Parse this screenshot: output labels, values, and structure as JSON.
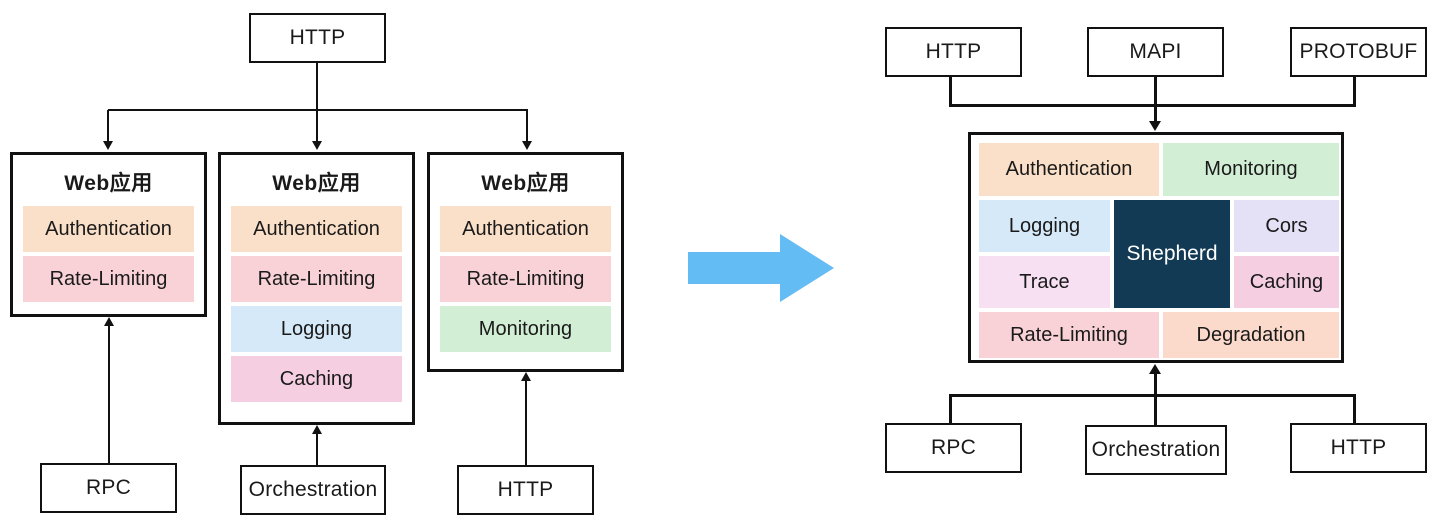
{
  "diagram": {
    "title_left": "",
    "title_right": "",
    "colors": {
      "authentication": "#FBE0C9",
      "rate_limiting": "#F8D2D7",
      "logging": "#D6E9F8",
      "caching": "#F5CEE2",
      "monitoring": "#D2EFD6",
      "cors": "#E4E0F5",
      "trace": "#F6E0F2",
      "degradation": "#FBDACB",
      "shepherd_core": "#123A54",
      "transition_arrow": "#64BCF4",
      "box_border": "#111111",
      "box_fill": "#FFFFFF"
    }
  },
  "left": {
    "source": {
      "label": "HTTP",
      "name": "http-source"
    },
    "apps": [
      {
        "title": "Web应用",
        "middlewares": [
          {
            "label": "Authentication",
            "color": "#FBE0C9"
          },
          {
            "label": "Rate-Limiting",
            "color": "#F8D2D7"
          }
        ],
        "client": "RPC"
      },
      {
        "title": "Web应用",
        "middlewares": [
          {
            "label": "Authentication",
            "color": "#FBE0C9"
          },
          {
            "label": "Rate-Limiting",
            "color": "#F8D2D7"
          },
          {
            "label": "Logging",
            "color": "#D6E9F8"
          },
          {
            "label": "Caching",
            "color": "#F5CEE2"
          }
        ],
        "client": "Orchestration"
      },
      {
        "title": "Web应用",
        "middlewares": [
          {
            "label": "Authentication",
            "color": "#FBE0C9"
          },
          {
            "label": "Rate-Limiting",
            "color": "#F8D2D7"
          },
          {
            "label": "Monitoring",
            "color": "#D2EFD6"
          }
        ],
        "client": "HTTP"
      }
    ]
  },
  "right": {
    "protocols": [
      {
        "label": "HTTP"
      },
      {
        "label": "MAPI"
      },
      {
        "label": "PROTOBUF"
      }
    ],
    "gateway": {
      "core_label": "Shepherd",
      "features": [
        {
          "label": "Authentication",
          "color": "#FBE0C9"
        },
        {
          "label": "Monitoring",
          "color": "#D2EFD6"
        },
        {
          "label": "Logging",
          "color": "#D6E9F8"
        },
        {
          "label": "Cors",
          "color": "#E4E0F5"
        },
        {
          "label": "Trace",
          "color": "#F6E0F2"
        },
        {
          "label": "Caching",
          "color": "#F5CEE2"
        },
        {
          "label": "Rate-Limiting",
          "color": "#F8D2D7"
        },
        {
          "label": "Degradation",
          "color": "#FBDACB"
        }
      ]
    },
    "backends": [
      {
        "label": "RPC"
      },
      {
        "label": "Orchestration"
      },
      {
        "label": "HTTP"
      }
    ]
  }
}
